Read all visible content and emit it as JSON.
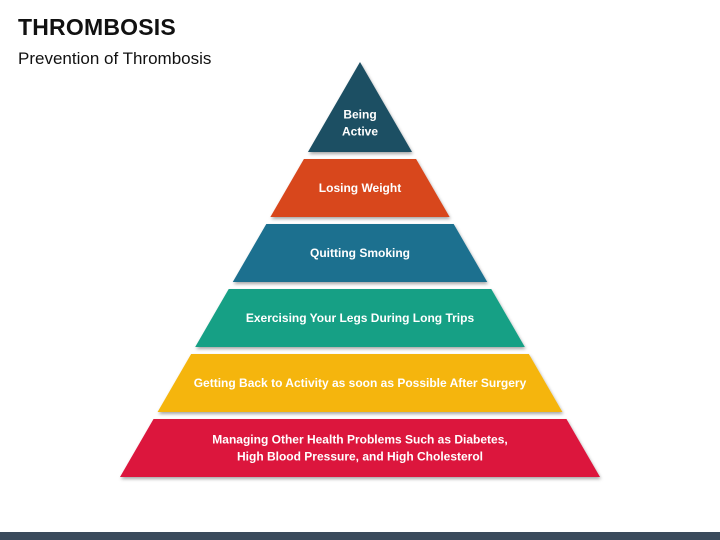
{
  "slide": {
    "title": "THROMBOSIS",
    "subtitle": "Prevention of Thrombosis"
  },
  "pyramid": {
    "tiers": [
      {
        "lines": [
          "Being",
          "Active"
        ],
        "color": "#1b4f63"
      },
      {
        "lines": [
          "Losing Weight"
        ],
        "color": "#d8461f"
      },
      {
        "lines": [
          "Quitting Smoking"
        ],
        "color": "#1a6f8f"
      },
      {
        "lines": [
          "Exercising Your Legs During Long Trips"
        ],
        "color": "#16a085"
      },
      {
        "lines": [
          "Getting Back to Activity as soon as Possible After Surgery"
        ],
        "color": "#f5b50a"
      },
      {
        "lines": [
          "Managing Other Health Problems Such as Diabetes,",
          "High Blood Pressure, and High Cholesterol"
        ],
        "color": "#dc143c"
      }
    ]
  },
  "footer": {
    "color": "#3a4a5c"
  }
}
